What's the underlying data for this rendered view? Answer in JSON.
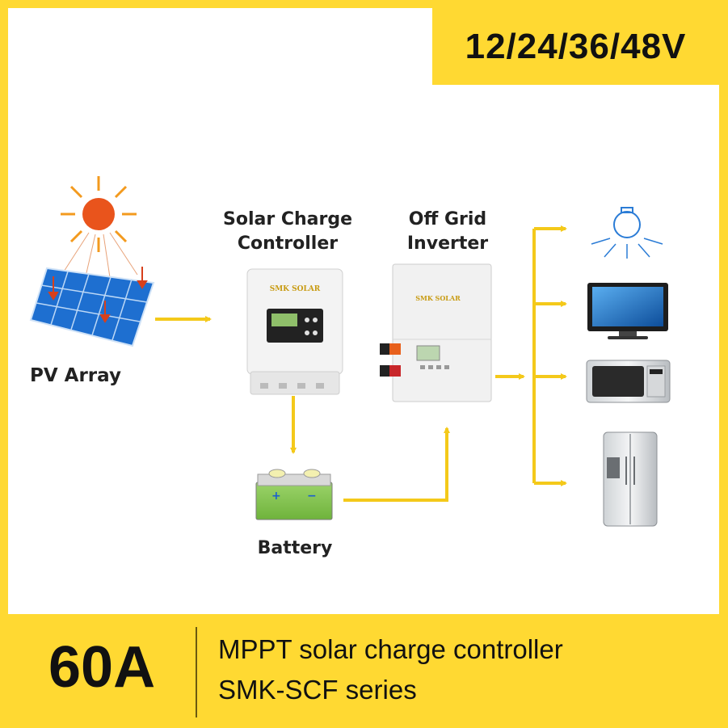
{
  "badge": {
    "voltage": "12/24/36/48V"
  },
  "nodes": {
    "pv_array": {
      "label": "PV Array"
    },
    "controller": {
      "label_line1": "Solar  Charge",
      "label_line2": "Controller",
      "brand": "SMK SOLAR"
    },
    "inverter": {
      "label_line1": "Off Grid",
      "label_line2": "Inverter",
      "brand": "SMK SOLAR"
    },
    "battery": {
      "label": "Battery",
      "plus": "+",
      "minus": "−"
    }
  },
  "loads": [
    "light-bulb",
    "television",
    "microwave",
    "refrigerator"
  ],
  "footer": {
    "current": "60A",
    "line1": "MPPT solar charge controller",
    "line2": "SMK-SCF series"
  },
  "colors": {
    "accent": "#FFD932",
    "arrow": "#F4C91A",
    "panel_blue": "#1E6FD0"
  }
}
